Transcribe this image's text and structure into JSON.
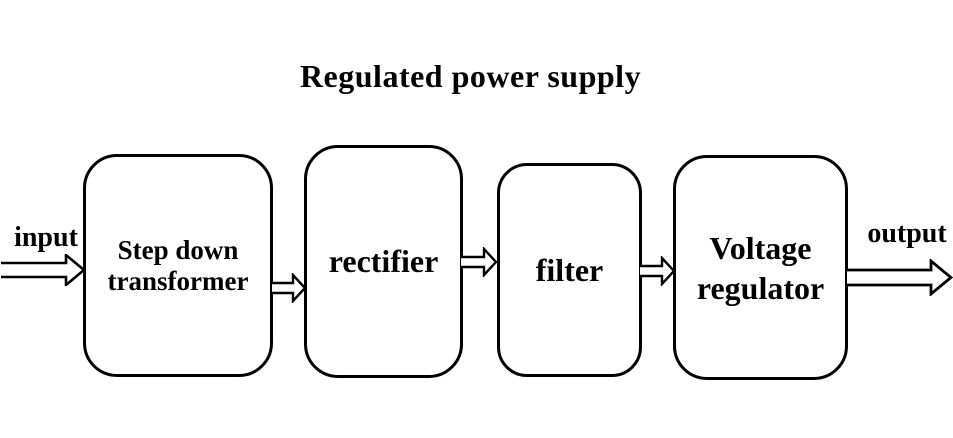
{
  "title": "Regulated power supply",
  "input_label": "input",
  "output_label": "output",
  "blocks": [
    {
      "label": "Step down transformer"
    },
    {
      "label": "rectifier"
    },
    {
      "label": "filter"
    },
    {
      "label": "Voltage regulator"
    }
  ],
  "connections": [
    {
      "from": "input",
      "to": "Step down transformer",
      "style": "hollow-right-arrow"
    },
    {
      "from": "Step down transformer",
      "to": "rectifier",
      "style": "hollow-right-arrow"
    },
    {
      "from": "rectifier",
      "to": "filter",
      "style": "hollow-right-arrow"
    },
    {
      "from": "filter",
      "to": "Voltage regulator",
      "style": "hollow-right-arrow"
    },
    {
      "from": "Voltage regulator",
      "to": "output",
      "style": "hollow-right-arrow"
    }
  ],
  "colors": {
    "line": "#000000",
    "block_fill": "#ffffff",
    "background": "#ffffff",
    "text": "#000000"
  }
}
